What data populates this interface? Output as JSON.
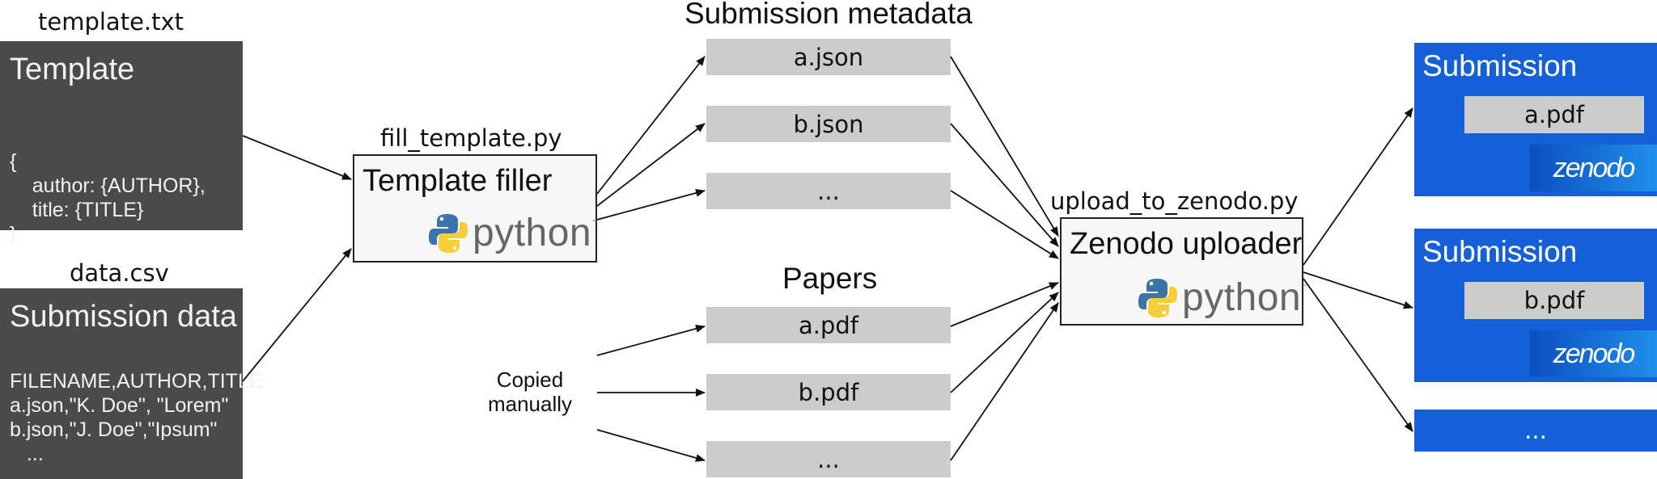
{
  "template": {
    "filename": "template.txt",
    "title": "Template",
    "body": "{\n    author: {AUTHOR},\n    title: {TITLE}\n}"
  },
  "data": {
    "filename": "data.csv",
    "title": "Submission data",
    "body": "FILENAME,AUTHOR,TITLE\na.json,\"K. Doe\", \"Lorem\"\nb.json,\"J. Doe\",\"Ipsum\"\n   ..."
  },
  "filler": {
    "script": "fill_template.py",
    "title": "Template filler",
    "logo_text": "python",
    "tm": "™"
  },
  "metadata": {
    "heading": "Submission metadata",
    "files": [
      "a.json",
      "b.json",
      "..."
    ]
  },
  "papers": {
    "heading": "Papers",
    "files": [
      "a.pdf",
      "b.pdf",
      "..."
    ],
    "note_line1": "Copied",
    "note_line2": "manually"
  },
  "uploader": {
    "script": "upload_to_zenodo.py",
    "title": "Zenodo uploader",
    "logo_text": "python",
    "tm": "™"
  },
  "submissions": {
    "label": "Submission",
    "files": [
      "a.pdf",
      "b.pdf"
    ],
    "zenodo": "zenodo",
    "more": "..."
  },
  "colors": {
    "dark_box": "#4a4a4a",
    "gray_box": "#cccccc",
    "zenodo_blue": "#1560d8"
  },
  "icons": [
    "python-logo-icon",
    "zenodo-logo-icon",
    "arrow-icon"
  ]
}
